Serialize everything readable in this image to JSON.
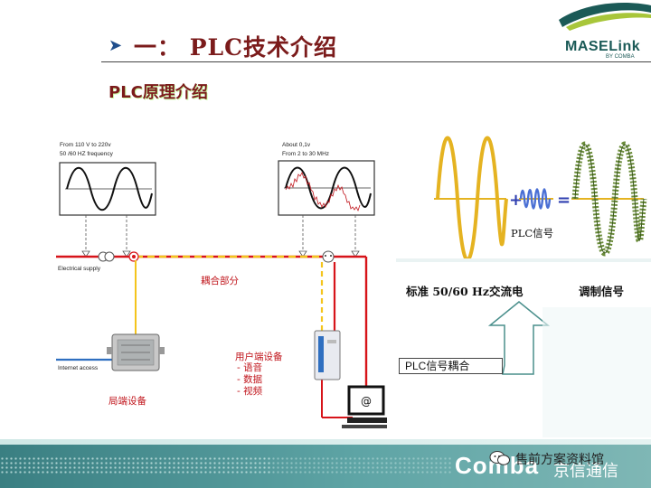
{
  "header": {
    "arrow_glyph": "➤",
    "title": "一： PLC技术介绍",
    "logo_text": "MASELink",
    "logo_sub": "BY COMBA"
  },
  "subtitle": "PLC原理介绍",
  "left_diagram": {
    "scope1_caption_line1": "From 110 V to 220v",
    "scope1_caption_line2": "50 /60 HZ frequency",
    "scope2_caption_line1": "About 0,1v",
    "scope2_caption_line2": "From 2 to 30 MHz",
    "electrical_supply": "Electrical supply",
    "internet_access": "Internet access",
    "coupling_part": "耦合部分",
    "local_equipment": "局端设备",
    "user_equipment_title": "用户端设备",
    "user_equipment_items": [
      "- 语音",
      "- 数据",
      "- 视频"
    ],
    "colors": {
      "power_line": "#d7141a",
      "signal_line": "#f4c41c",
      "internet_line": "#2f6fc0"
    }
  },
  "right_diagram": {
    "plc_signal": "PLC信号",
    "standard_ac": "标准 50/60 Hz交流电",
    "modulated_signal": "调制信号",
    "coupling_box": "PLC信号耦合",
    "plus_glyph": "+",
    "equals_glyph": "="
  },
  "footer": {
    "brand": "Comba",
    "brand_cn": "京信通信",
    "watermark": "售前方案资料馆"
  }
}
